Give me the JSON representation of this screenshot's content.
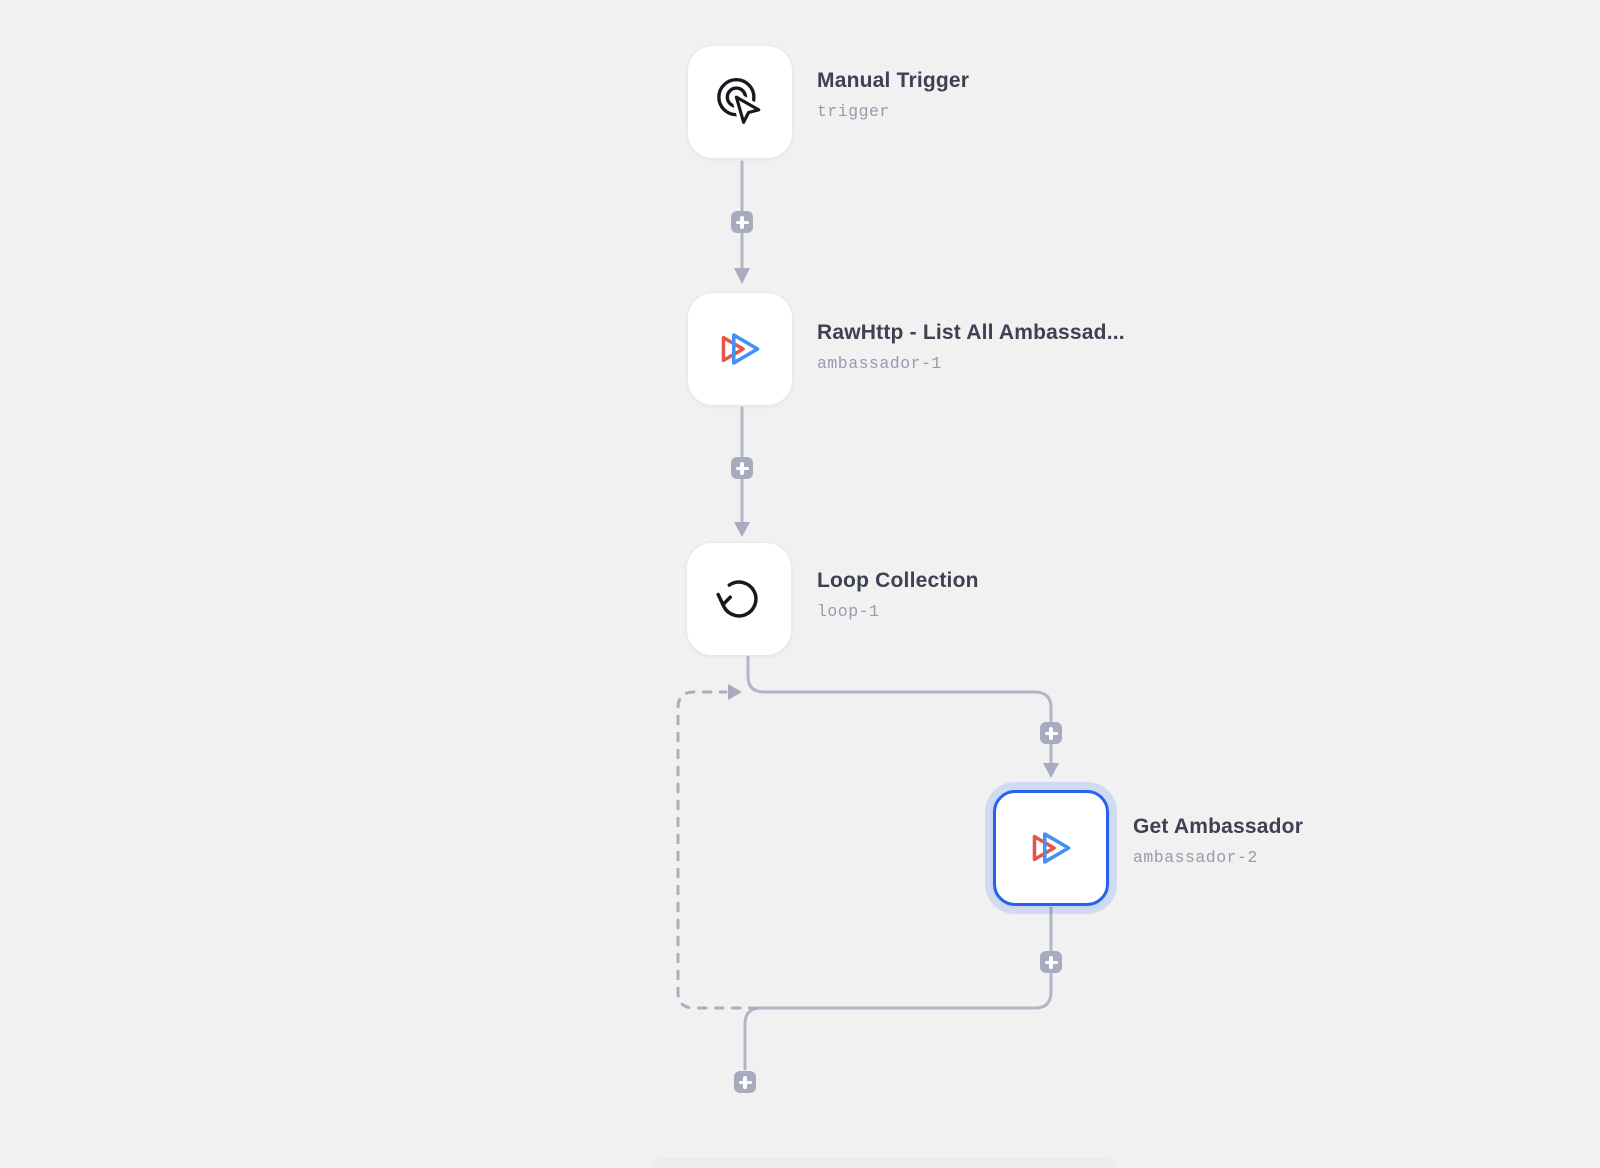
{
  "canvas": {
    "background": "#f1f1f2",
    "nodes": [
      {
        "title": "Manual Trigger",
        "subtitle": "trigger",
        "icon": "cursor-click-icon",
        "selected": false
      },
      {
        "title": "RawHttp - List All Ambassad...",
        "subtitle": "ambassador-1",
        "icon": "ambassador-play-icon",
        "selected": false
      },
      {
        "title": "Loop Collection",
        "subtitle": "loop-1",
        "icon": "loop-icon",
        "selected": false
      },
      {
        "title": "Get Ambassador",
        "subtitle": "ambassador-2",
        "icon": "ambassador-play-icon",
        "selected": true
      }
    ],
    "connectors": {
      "add_button_icon": "plus-icon",
      "add_button_count": 5,
      "loop_return_style": "dashed"
    },
    "colors": {
      "connector": "#b3b6c5",
      "connector_dashed": "#abaec0",
      "arrowhead": "#a9acc0",
      "add_button": "#a8abbf",
      "node_title": "#3d4152",
      "node_subtitle": "#989bac",
      "selected_border": "#2563eb",
      "selected_halo": "rgba(37,99,235,0.16)",
      "icon_red": "#e4564c",
      "icon_blue": "#4090f5",
      "icon_dark": "#17191f"
    }
  }
}
